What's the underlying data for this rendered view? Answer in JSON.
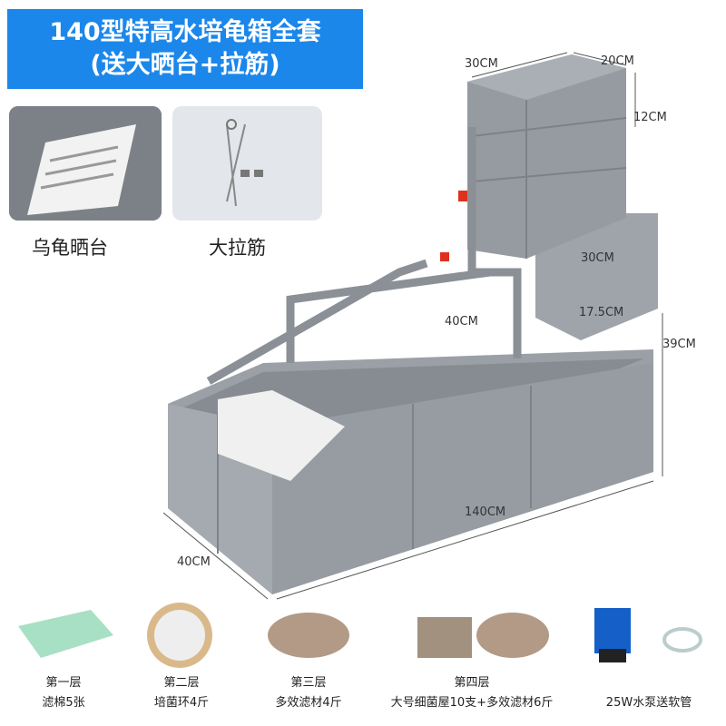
{
  "title": {
    "line1": "140型特高水培龟箱全套",
    "line2": "(送大晒台+拉筋)"
  },
  "accessories": [
    {
      "label": "乌龟晒台"
    },
    {
      "label": "大拉筋"
    }
  ],
  "dimensions": {
    "tower_width": "30CM",
    "tower_depth": "20CM",
    "tray_height": "12CM",
    "side_box_width": "30CM",
    "side_box_depth": "40CM",
    "side_box_height": "17.5CM",
    "total_height": "39CM",
    "length": "140CM",
    "depth": "40CM"
  },
  "components": [
    {
      "layer": "第一层",
      "desc": "滤棉5张"
    },
    {
      "layer": "第二层",
      "desc": "培菌环4斤"
    },
    {
      "layer": "第三层",
      "desc": "多效滤材4斤"
    },
    {
      "layer": "第四层",
      "desc": "大号细菌屋10支+多效滤材6斤"
    },
    {
      "layer": "",
      "desc": "25W水泵送软管"
    }
  ],
  "colors": {
    "banner": "#1c87ea",
    "tank": "#8c9298"
  }
}
